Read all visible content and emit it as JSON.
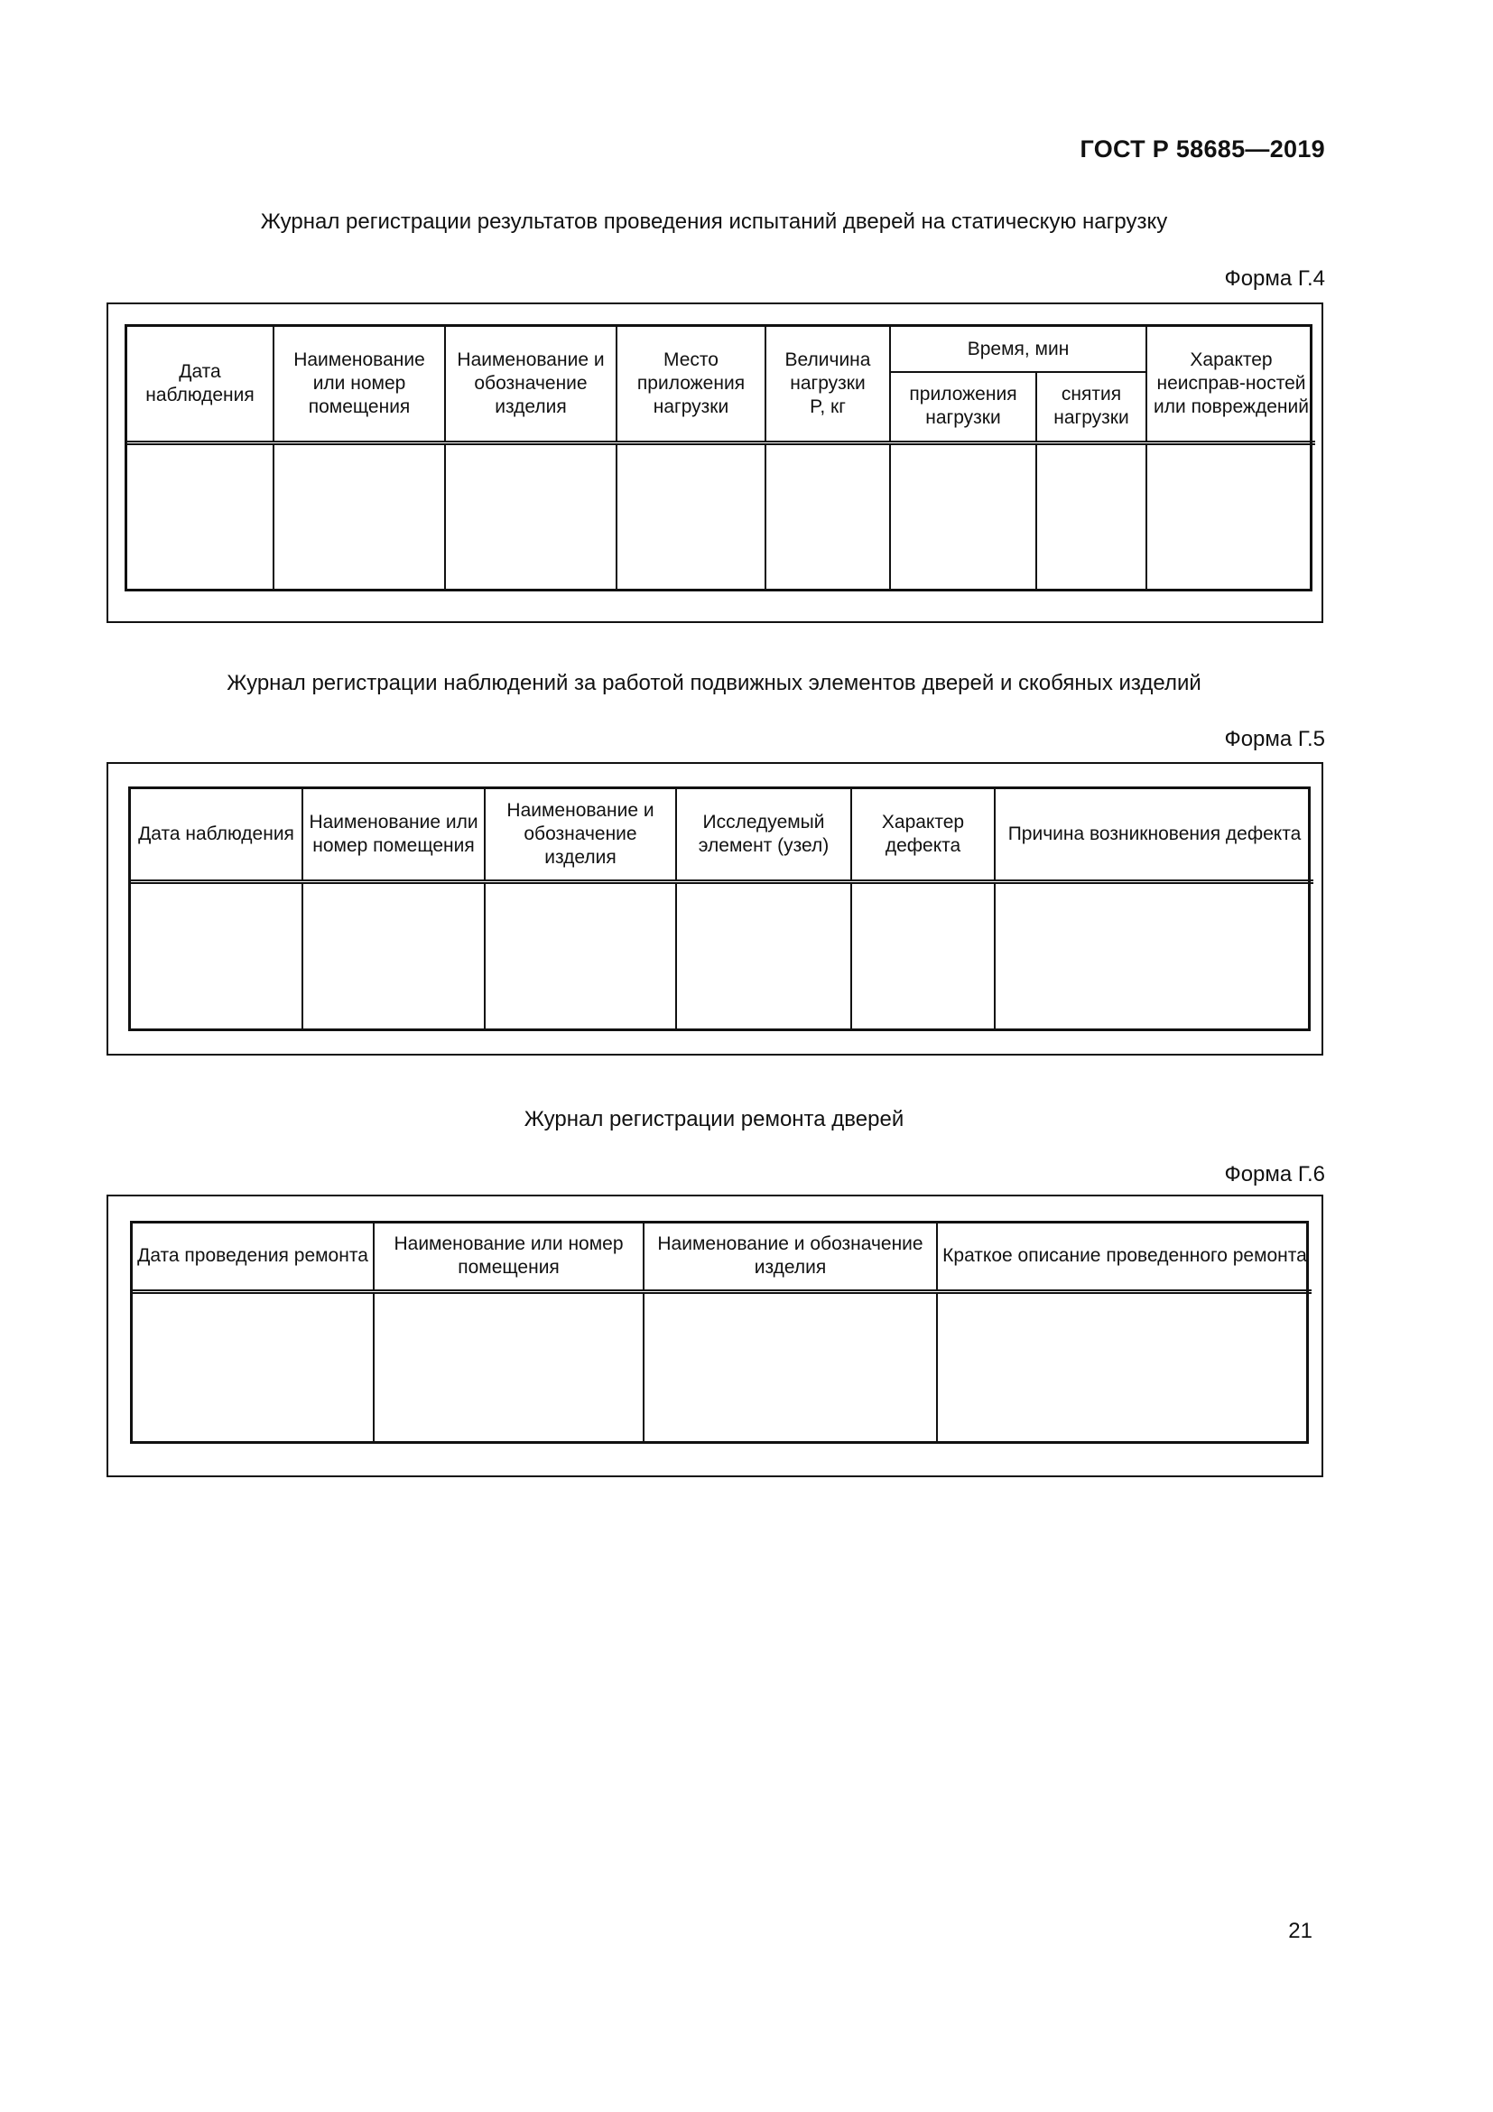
{
  "header": {
    "standard_code": "ГОСТ Р 58685—2019"
  },
  "forms": [
    {
      "title": "Журнал регистрации результатов проведения испытаний дверей на статическую нагрузку",
      "form_label": "Форма Г.4",
      "columns": [
        "Дата наблюдения",
        "Наименование или номер помещения",
        "Наименование и обозначение изделия",
        "Место приложения нагрузки",
        "Величина нагрузки",
        "Время, мин",
        "Характер неисправ-ностей или повреждений"
      ],
      "load_unit": "P, кг",
      "time_subcolumns": [
        "приложения нагрузки",
        "снятия нагрузки"
      ]
    },
    {
      "title": "Журнал регистрации наблюдений за работой подвижных элементов дверей и скобяных изделий",
      "form_label": "Форма Г.5",
      "columns": [
        "Дата наблюдения",
        "Наименование или номер помещения",
        "Наименование и обозначение изделия",
        "Исследуемый элемент (узел)",
        "Характер дефекта",
        "Причина возникновения дефекта"
      ]
    },
    {
      "title": "Журнал регистрации ремонта дверей",
      "form_label": "Форма Г.6",
      "columns": [
        "Дата проведения ремонта",
        "Наименование или номер помещения",
        "Наименование и обозначение изделия",
        "Краткое описание проведенного ремонта"
      ]
    }
  ],
  "footer": {
    "page_number": "21"
  }
}
